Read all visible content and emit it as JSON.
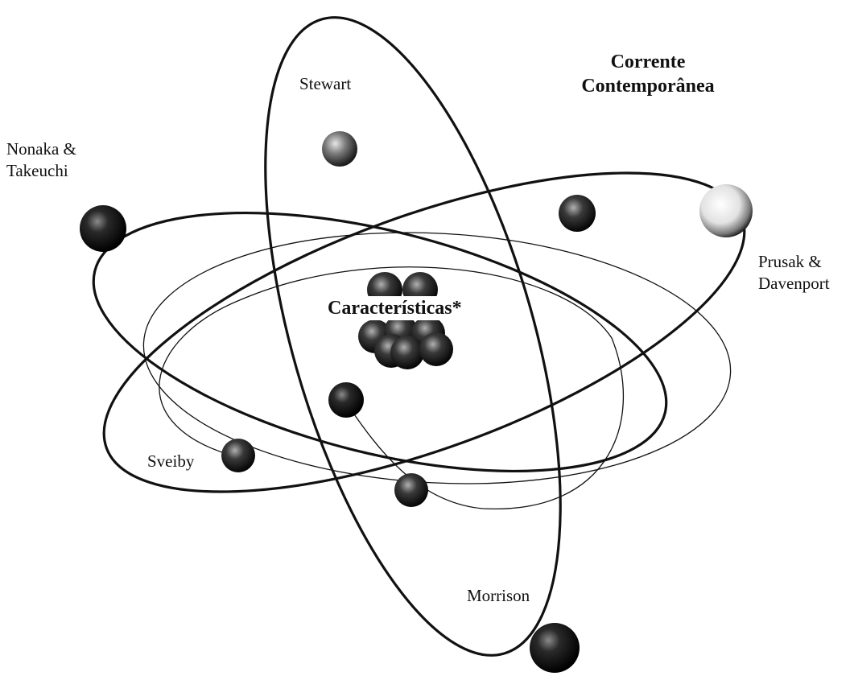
{
  "title": {
    "line1": "Corrente",
    "line2": "Contemporânea"
  },
  "center": {
    "label": "Características*"
  },
  "authors": {
    "nonaka": {
      "line1": "Nonaka &",
      "line2": "Takeuchi"
    },
    "stewart": {
      "label": "Stewart"
    },
    "prusak": {
      "line1": "Prusak &",
      "line2": "Davenport"
    },
    "sveiby": {
      "label": "Sveiby"
    },
    "morrison": {
      "label": "Morrison"
    }
  }
}
